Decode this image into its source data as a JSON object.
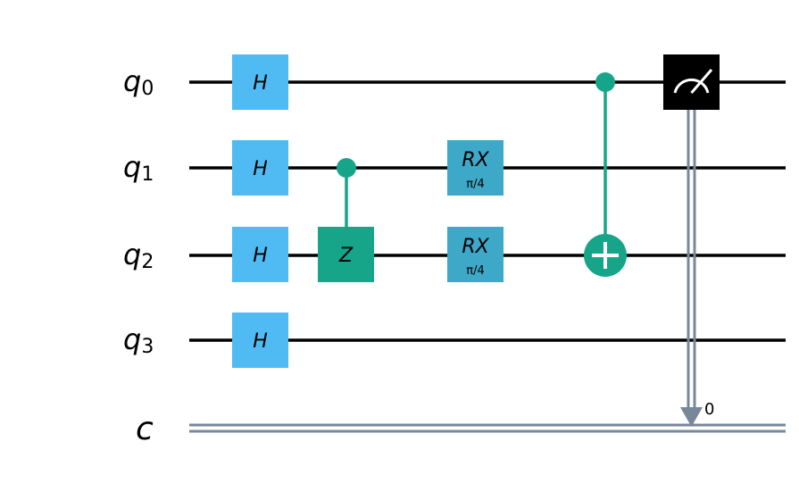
{
  "qubits": [
    {
      "base": "q",
      "sub": "0"
    },
    {
      "base": "q",
      "sub": "1"
    },
    {
      "base": "q",
      "sub": "2"
    },
    {
      "base": "q",
      "sub": "3"
    }
  ],
  "classical_register": {
    "label": "c"
  },
  "gates": {
    "h_label": "H",
    "z_label": "Z",
    "rx_label": "RX",
    "rx_param": "π/4"
  },
  "measure": {
    "bit_index": "0"
  },
  "colors": {
    "h_gate": "#4fbbf2",
    "rx_gate": "#3da8c8",
    "controlled": "#17a58a",
    "measure": "#000000",
    "classical_wire": "#778899",
    "quantum_wire": "#000000"
  }
}
